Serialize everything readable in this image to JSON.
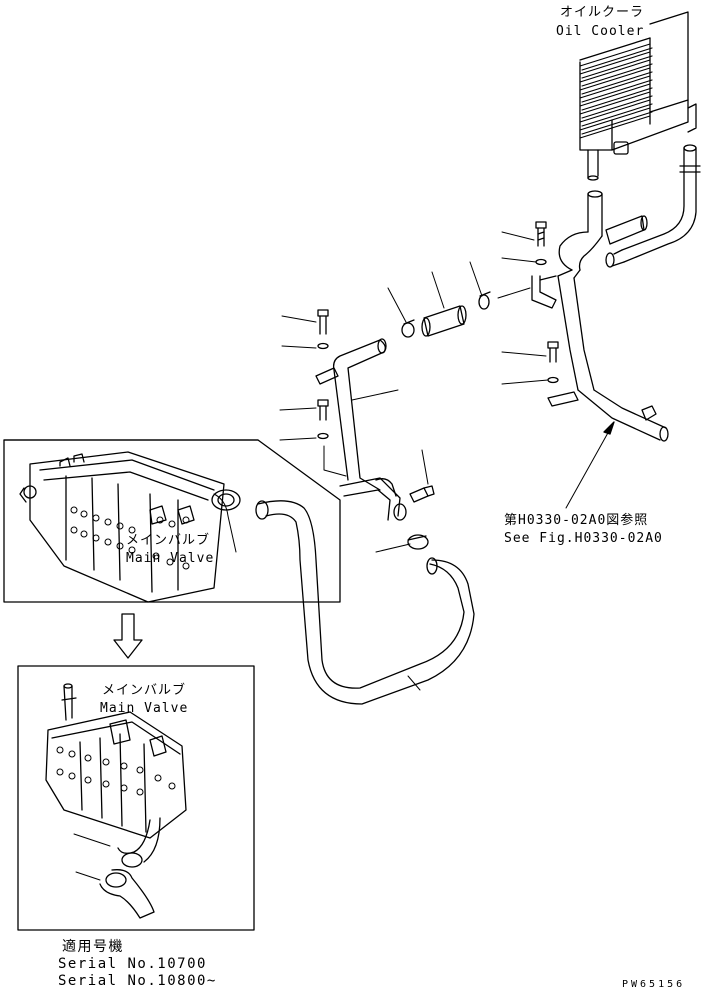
{
  "oil_cooler": {
    "jp": "オイルクーラ",
    "en": "Oil Cooler"
  },
  "reference": {
    "jp": "第H0330-02A0図参照",
    "en": "See Fig.H0330-02A0"
  },
  "main_valve_upper": {
    "jp": "メインバルブ",
    "en": "Main Valve"
  },
  "main_valve_lower": {
    "jp": "メインバルブ",
    "en": "Main Valve"
  },
  "serial": {
    "heading": "適用号機",
    "line1": "Serial No.10700",
    "line2": "Serial No.10800~"
  },
  "drawing_code": "PW65156",
  "colors": {
    "ink": "#000000",
    "paper": "#ffffff"
  }
}
